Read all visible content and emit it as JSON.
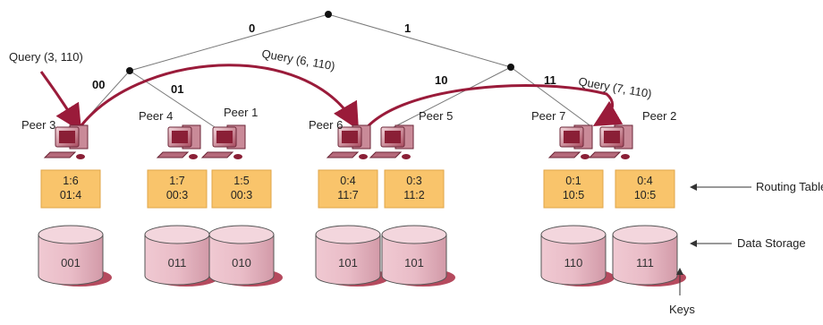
{
  "tree_edges": [
    {
      "label": "0"
    },
    {
      "label": "1"
    },
    {
      "label": "00"
    },
    {
      "label": "01"
    },
    {
      "label": "10"
    },
    {
      "label": "11"
    }
  ],
  "queries": [
    {
      "label": "Query (3, 110)"
    },
    {
      "label": "Query (6, 110)"
    },
    {
      "label": "Query (7, 110)"
    }
  ],
  "peers": [
    {
      "name": "Peer 3",
      "routing": [
        "1:6",
        "01:4"
      ],
      "storage": "001"
    },
    {
      "name": "Peer 4",
      "routing": [
        "1:7",
        "00:3"
      ],
      "storage": "011"
    },
    {
      "name": "Peer 1",
      "routing": [
        "1:5",
        "00:3"
      ],
      "storage": "010"
    },
    {
      "name": "Peer 6",
      "routing": [
        "0:4",
        "11:7"
      ],
      "storage": "101"
    },
    {
      "name": "Peer 5",
      "routing": [
        "0:3",
        "11:2"
      ],
      "storage": "101"
    },
    {
      "name": "Peer 7",
      "routing": [
        "0:1",
        "10:5"
      ],
      "storage": "110"
    },
    {
      "name": "Peer 2",
      "routing": [
        "0:4",
        "10:5"
      ],
      "storage": "111"
    }
  ],
  "legend": {
    "routing_table": "Routing Table",
    "data_storage": "Data Storage",
    "keys": "Keys"
  },
  "colors": {
    "query_arrow": "#9a1b3a",
    "routing_box": "#f9c46b",
    "routing_border": "#e0a64a",
    "disk_fill": "#e7b8c3",
    "disk_top": "#f3d6dd",
    "disk_shadow": "#b54a5e",
    "tree_line": "#7a7a7a"
  }
}
